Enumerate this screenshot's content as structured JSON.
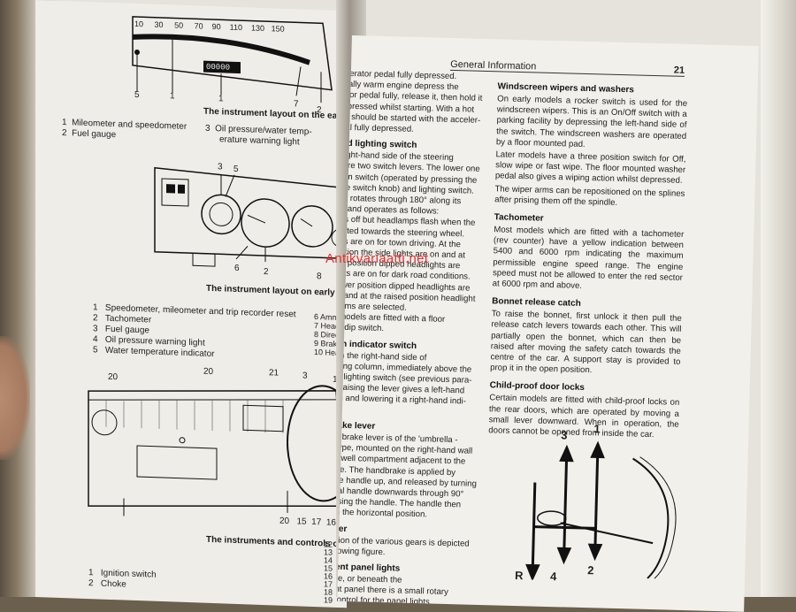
{
  "left_page": {
    "fig1": {
      "scale_labels": [
        "10",
        "30",
        "50",
        "70",
        "90",
        "110",
        "130",
        "150"
      ],
      "odometer": "00000",
      "callouts": [
        "5",
        "1",
        "1",
        "7",
        "2"
      ],
      "caption": "The instrument layout on the early models",
      "legend": [
        {
          "num": "1",
          "text": "Mileometer and speedometer"
        },
        {
          "num": "2",
          "text": "Fuel gauge"
        },
        {
          "num": "3",
          "text": "Oil pressure/water temp-"
        },
        {
          "num": "",
          "text": "erature warning light"
        }
      ]
    },
    "fig2": {
      "callouts": [
        "3",
        "5",
        "6",
        "2",
        "8"
      ],
      "caption": "The instrument layout on early TS models",
      "legend": [
        {
          "num": "1",
          "text": "Speedometer, mileometer and trip recorder reset"
        },
        {
          "num": "2",
          "text": "Tachometer"
        },
        {
          "num": "3",
          "text": "Fuel gauge"
        },
        {
          "num": "4",
          "text": "Oil pressure warning light"
        },
        {
          "num": "5",
          "text": "Water temperature indicator"
        }
      ],
      "legend_right": [
        {
          "num": "6",
          "text": "Ammeter"
        },
        {
          "num": "7",
          "text": "Headlight"
        },
        {
          "num": "8",
          "text": "Direction"
        },
        {
          "num": "9",
          "text": "Brake warning"
        },
        {
          "num": "10",
          "text": "Heated rear"
        }
      ]
    },
    "fig3": {
      "callouts_top": [
        "20",
        "20",
        "21",
        "3",
        "1"
      ],
      "callouts_bottom": [
        "20",
        "15",
        "17",
        "16",
        "2",
        "12"
      ],
      "caption": "The instruments and controls on later models",
      "legend": [
        {
          "num": "1",
          "text": "Ignition switch"
        },
        {
          "num": "2",
          "text": "Choke"
        }
      ],
      "legend_right": [
        "12",
        "13",
        "14",
        "15",
        "16",
        "17",
        "18",
        "19"
      ]
    }
  },
  "right_page": {
    "section_title": "General Information",
    "page_number": "21",
    "colL_paragraphs": [
      {
        "type": "text",
        "value": "the accelerator pedal fully depressed."
      },
      {
        "type": "text",
        "value": "In a partially warm engine depress the"
      },
      {
        "type": "text",
        "value": "accelerator pedal fully, release it, then hold it"
      },
      {
        "type": "text",
        "value": "partly depressed whilst starting. With a hot"
      },
      {
        "type": "text",
        "value": "engine, it should be started with the acceler-"
      },
      {
        "type": "text",
        "value": "ator pedal fully depressed."
      },
      {
        "type": "head",
        "value": "Horn and lighting switch"
      },
      {
        "type": "text",
        "value": "On the right-hand side of the steering"
      },
      {
        "type": "text",
        "value": "column are two switch levers. The lower one"
      },
      {
        "type": "text",
        "value": "is the horn switch (operated by pressing the"
      },
      {
        "type": "text",
        "value": "end of the switch knob) and lighting switch."
      },
      {
        "type": "text",
        "value": "The lever rotates through 180° along its"
      },
      {
        "type": "text",
        "value": "own axis and operates as follows:"
      },
      {
        "type": "text",
        "value": "Sidelights off but headlamps flash when the"
      },
      {
        "type": "text",
        "value": "lever is lifted towards the steering wheel."
      },
      {
        "type": "text",
        "value": "Sidelights are on for town driving. At the"
      },
      {
        "type": "text",
        "value": "next position the side lights are on and at"
      },
      {
        "type": "text",
        "value": "the lower position dipped headlights are"
      },
      {
        "type": "text",
        "value": "Headlights are on for dark road conditions."
      },
      {
        "type": "text",
        "value": "At the lower position dipped headlights are"
      },
      {
        "type": "text",
        "value": "selected and at the raised position headlight"
      },
      {
        "type": "text",
        "value": "main beams are selected."
      },
      {
        "type": "text",
        "value": "Certain models are fitted with a floor"
      },
      {
        "type": "text",
        "value": "mounted dip switch."
      },
      {
        "type": "head",
        "value": "Direction indicator switch"
      },
      {
        "type": "text",
        "value": "This is on the right-hand side of"
      },
      {
        "type": "text",
        "value": "the steering column, immediately above the"
      },
      {
        "type": "text",
        "value": "horn and lighting switch (see previous para-"
      },
      {
        "type": "text",
        "value": "graph). Raising the lever gives a left-hand"
      },
      {
        "type": "text",
        "value": "indication and lowering it a right-hand indi-"
      },
      {
        "type": "text",
        "value": "cation."
      },
      {
        "type": "head",
        "value": "Handbrake lever"
      },
      {
        "type": "text",
        "value": "The handbrake lever is of the 'umbrella -"
      },
      {
        "type": "text",
        "value": "handle' type, mounted on the right-hand wall"
      },
      {
        "type": "text",
        "value": "of the outwell compartment adjacent to the"
      },
      {
        "type": "text",
        "value": "centre line. The handbrake is applied by"
      },
      {
        "type": "text",
        "value": "pulling the handle up, and released by turning"
      },
      {
        "type": "text",
        "value": "the central handle downwards through 90°"
      },
      {
        "type": "text",
        "value": "and pressing the handle. The handle then"
      },
      {
        "type": "text",
        "value": "returns to the horizontal position."
      },
      {
        "type": "head",
        "value": "Gear lever"
      },
      {
        "type": "text",
        "value": "The position of the various gears is depicted"
      },
      {
        "type": "text",
        "value": "in the following figure."
      },
      {
        "type": "head",
        "value": "Instrument panel lights"
      },
      {
        "type": "text",
        "value": "At the side, or beneath the"
      },
      {
        "type": "text",
        "value": "instrument panel there is a small rotary"
      },
      {
        "type": "text",
        "value": "dimmer control for the panel lights."
      },
      {
        "type": "text",
        "value": "This is used in conjunction with the normal"
      }
    ],
    "colR_blocks": [
      {
        "type": "head",
        "value": "Windscreen wipers and washers"
      },
      {
        "type": "text",
        "value": "On early models a rocker switch is used for the windscreen wipers. This is an On/Off switch with a parking facility by depressing the left-hand side of the switch. The windscreen washers are operated by a floor mounted pad."
      },
      {
        "type": "text",
        "value": "Later models have a three position switch for Off, slow wipe or fast wipe. The floor mounted washer pedal also gives a wiping action whilst depressed."
      },
      {
        "type": "text",
        "value": "The wiper arms can be repositioned on the splines after prising them off the spindle."
      },
      {
        "type": "head",
        "value": "Tachometer"
      },
      {
        "type": "text",
        "value": "Most models which are fitted with a tachometer (rev counter) have a yellow indication between 5400 and 6000 rpm indicating the maximum permissible engine speed range. The engine speed must not be allowed to enter the red sector at 6000 rpm and above."
      },
      {
        "type": "head",
        "value": "Bonnet release catch"
      },
      {
        "type": "text",
        "value": "To raise the bonnet, first unlock it then pull the release catch levers towards each other. This will partially open the bonnet, which can then be raised after moving the safety catch towards the centre of the car. A support stay is provided to prop it in the open position."
      },
      {
        "type": "head",
        "value": "Child-proof door locks"
      },
      {
        "type": "text",
        "value": "Certain models are fitted with child-proof locks on the rear doors, which are operated by moving a small lever downward. When in operation, the doors cannot be opened from inside the car."
      }
    ],
    "gear_labels": {
      "g1": "1",
      "g2": "2",
      "g3": "3",
      "g4": "4",
      "gr": "R"
    }
  },
  "watermark": "Antikvariaatti.net"
}
